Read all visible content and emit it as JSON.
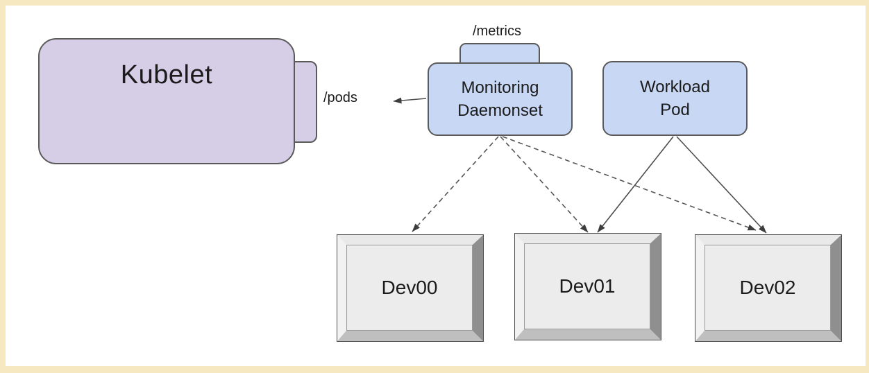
{
  "frame": {
    "border_color": "#f6e8c1",
    "canvas_color": "#ffffff"
  },
  "nodes": {
    "kubelet": {
      "label": "Kubelet",
      "fill": "#d6cde7",
      "border": "#5a5a5a"
    },
    "monitoring_daemonset": {
      "lines": [
        "Monitoring",
        "Daemonset"
      ],
      "fill": "#c7d7f4",
      "border": "#5a5a5a"
    },
    "workload_pod": {
      "lines": [
        "Workload",
        "Pod"
      ],
      "fill": "#c7d7f4",
      "border": "#5a5a5a"
    },
    "devices": [
      {
        "label": "Dev00"
      },
      {
        "label": "Dev01"
      },
      {
        "label": "Dev02"
      }
    ],
    "device_colors": {
      "face": "#ececec",
      "bevel_top": "#e9e9e9",
      "bevel_left": "#f2f2f2",
      "bevel_right": "#8f8f8f",
      "bevel_bottom": "#bfbfbf"
    }
  },
  "labels": {
    "metrics": "/metrics",
    "pods": "/pods"
  },
  "edges": [
    {
      "from": "Monitoring Daemonset",
      "to": "Kubelet /pods",
      "style": "solid",
      "arrow": "into-pods-label"
    },
    {
      "from": "Monitoring Daemonset",
      "to": "Dev00",
      "style": "dashed"
    },
    {
      "from": "Monitoring Daemonset",
      "to": "Dev01",
      "style": "dashed"
    },
    {
      "from": "Monitoring Daemonset",
      "to": "Dev02",
      "style": "dashed"
    },
    {
      "from": "Workload Pod",
      "to": "Dev01",
      "style": "solid"
    },
    {
      "from": "Workload Pod",
      "to": "Dev02",
      "style": "solid"
    }
  ]
}
